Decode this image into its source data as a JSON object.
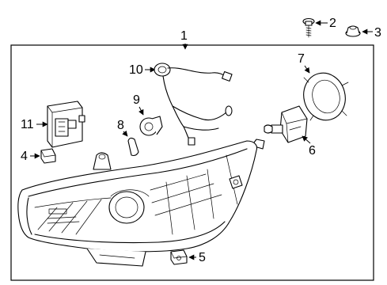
{
  "callouts": {
    "c1": "1",
    "c2": "2",
    "c3": "3",
    "c4": "4",
    "c5": "5",
    "c6": "6",
    "c7": "7",
    "c8": "8",
    "c9": "9",
    "c10": "10",
    "c11": "11"
  },
  "colors": {
    "stroke": "#000000",
    "background": "#ffffff"
  }
}
